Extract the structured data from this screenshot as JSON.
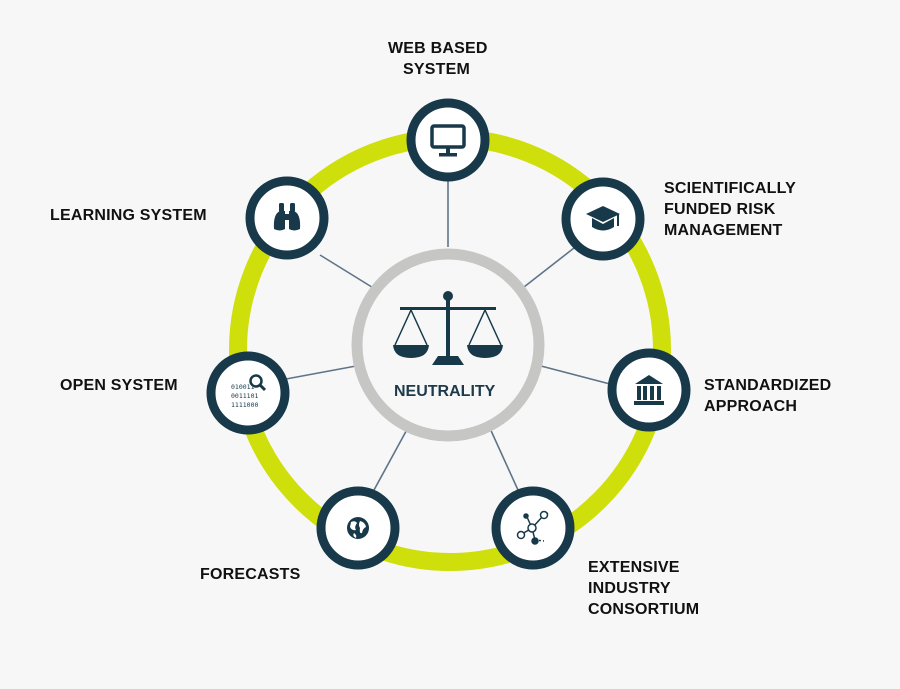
{
  "center": {
    "label": "NEUTRALITY",
    "icon": "scales-of-justice-icon"
  },
  "colors": {
    "ring": "#cfdf0b",
    "inner_ring": "#c6c7c4",
    "node_border": "#17394a",
    "node_fill": "#ffffff",
    "icon": "#17394a",
    "spoke": "#5f7488",
    "text": "#111111"
  },
  "nodes": [
    {
      "id": "web",
      "lines": [
        "WEB BASED",
        "SYSTEM"
      ],
      "icon": "monitor-icon"
    },
    {
      "id": "sci",
      "lines": [
        "SCIENTIFICALLY",
        "FUNDED RISK",
        "MANAGEMENT"
      ],
      "icon": "graduation-cap-icon"
    },
    {
      "id": "std",
      "lines": [
        "STANDARDIZED",
        "APPROACH"
      ],
      "icon": "institution-building-icon"
    },
    {
      "id": "ext",
      "lines": [
        "EXTENSIVE",
        "INDUSTRY",
        "CONSORTIUM"
      ],
      "icon": "network-nodes-icon"
    },
    {
      "id": "fore",
      "lines": [
        "FORECASTS"
      ],
      "icon": "globe-icon"
    },
    {
      "id": "open",
      "lines": [
        "OPEN SYSTEM"
      ],
      "icon": "binary-search-icon",
      "binary": [
        "010011",
        "0011101",
        "1111000"
      ]
    },
    {
      "id": "learn",
      "lines": [
        "LEARNING SYSTEM"
      ],
      "icon": "binoculars-icon"
    }
  ]
}
